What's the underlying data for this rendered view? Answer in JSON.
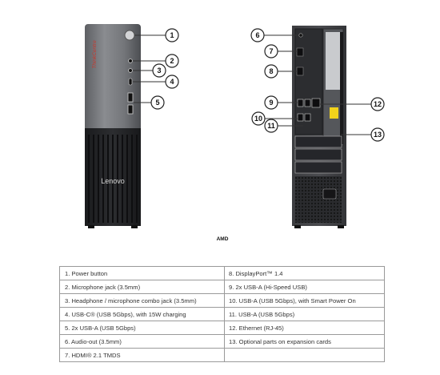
{
  "front": {
    "brand_label": "ThinkCentre",
    "logo_text": "Lenovo"
  },
  "rear": {
    "cpu_badge": "AMD"
  },
  "callouts": [
    "1",
    "2",
    "3",
    "4",
    "5",
    "6",
    "7",
    "8",
    "9",
    "10",
    "11",
    "12",
    "13"
  ],
  "legend": {
    "rows": [
      [
        "1.   Power button",
        "8.   DisplayPort™ 1.4"
      ],
      [
        "2.   Microphone jack (3.5mm)",
        "9.   2x USB-A (Hi-Speed USB)"
      ],
      [
        "3.   Headphone / microphone combo jack (3.5mm)",
        "10. USB-A (USB 5Gbps), with Smart Power On"
      ],
      [
        "4.   USB-C® (USB 5Gbps), with 15W charging",
        "11.   USB-A (USB 5Gbps)"
      ],
      [
        "5.   2x USB-A (USB 5Gbps)",
        "12.  Ethernet (RJ-45)"
      ],
      [
        "6.   Audio-out (3.5mm)",
        "13.  Optional parts on expansion cards"
      ],
      [
        "7.   HDMI® 2.1 TMDS",
        ""
      ]
    ]
  }
}
